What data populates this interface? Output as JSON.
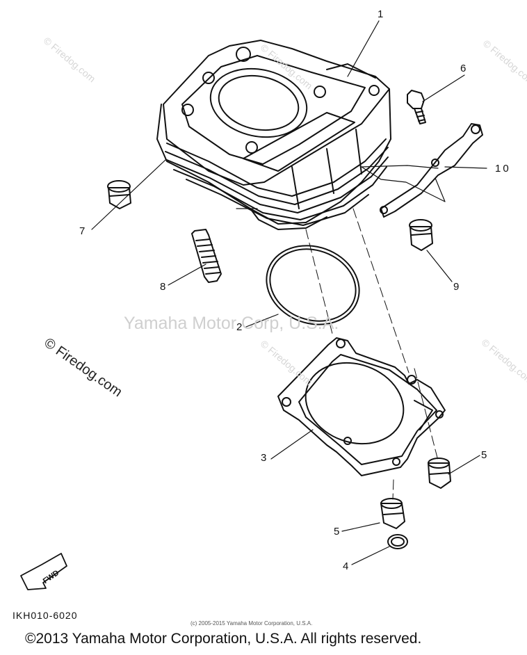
{
  "watermarks": {
    "site": "© Firedog.com",
    "site_center": "© Firedog.com",
    "brand_center": "Yamaha Motor Corp, U.S.A."
  },
  "callouts": {
    "p1": "1",
    "p2": "2",
    "p3": "3",
    "p4": "4",
    "p5a": "5",
    "p5b": "5",
    "p6": "6",
    "p7": "7",
    "p8": "8",
    "p9": "9",
    "p10": "10"
  },
  "fwd_label": "FWD",
  "diagram_code": "IKH010-6020",
  "fine_print": "(c) 2005-2015 Yamaha Motor Corporation, U.S.A.",
  "footer": "©2013 Yamaha Motor Corporation, U.S.A. All rights reserved."
}
